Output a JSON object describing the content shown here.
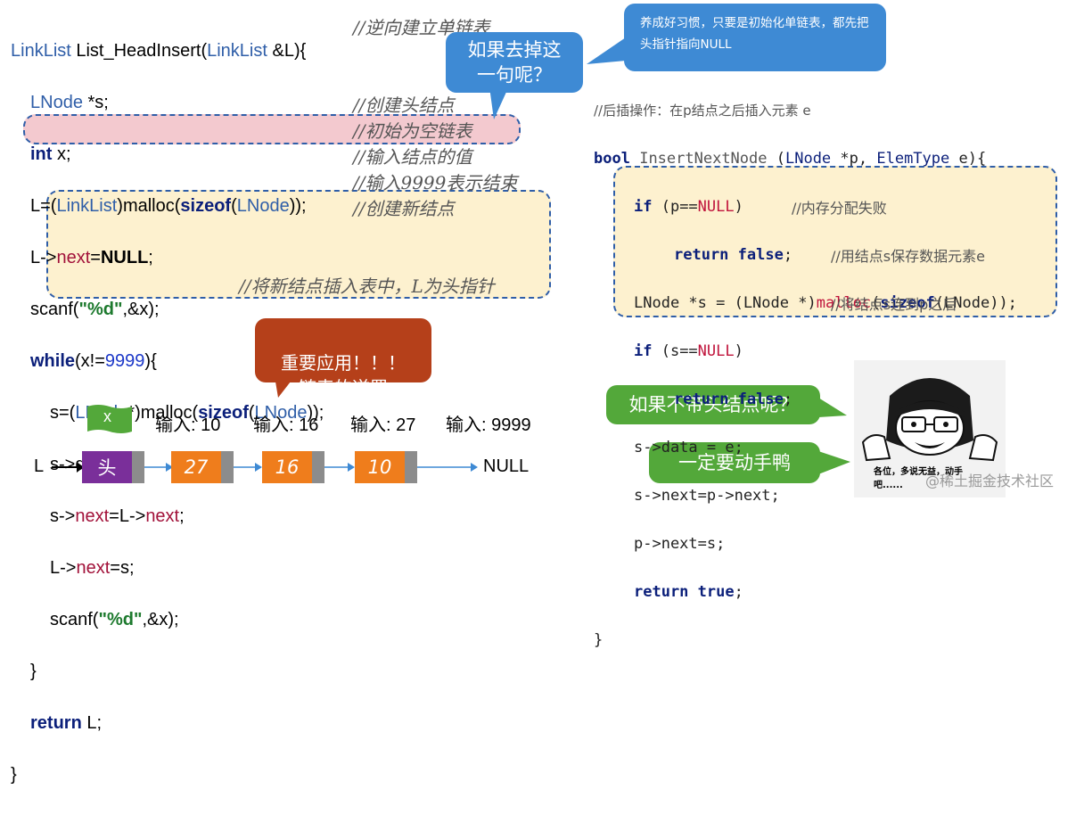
{
  "left_code": {
    "lines": [
      "LinkList List_HeadInsert(LinkList &L){",
      "LNode *s;",
      "int x;",
      "L=(LinkList)malloc(sizeof(LNode));",
      "L->next=NULL;",
      "scanf(\"%d\",&x);",
      "while(x!=9999){",
      "s=(LNode*)malloc(sizeof(LNode));",
      "s->data=x;",
      "s->next=L->next;",
      "L->next=s;",
      "scanf(\"%d\",&x);",
      "}",
      "return L;",
      "}"
    ],
    "comments": {
      "c0": "//逆向建立单链表",
      "c3": "//创建头结点",
      "c4": "//初始为空链表",
      "c5": "//输入结点的值",
      "c6": "//输入9999表示结束",
      "c7": "//创建新结点",
      "c10": "//将新结点插入表中，L为头指针"
    }
  },
  "bubbles": {
    "remove_question": "如果去掉这一句呢？",
    "habit_tip": "养成好习惯，只要是初始化单链表，都先把头指针指向NULL",
    "important": "重要应用！！！\n链表的逆置",
    "no_head": "如果不带头结点呢？",
    "do_it": "一定要动手鸭"
  },
  "right_code": {
    "lines": [
      "//后插操作：在p结点之后插入元素 e",
      "bool InsertNextNode (LNode *p, ElemType e){",
      "if (p==NULL)",
      "return false;",
      "LNode *s = (LNode *)malloc(sizeof(LNode));",
      "if (s==NULL)",
      "return false;",
      "s->data = e;",
      "s->next=p->next;",
      "p->next=s;",
      "return true;",
      "}"
    ],
    "comments": {
      "c5": "//内存分配失败",
      "c7": "//用结点s保存数据元素e",
      "c9": "//将结点s连到p之后"
    }
  },
  "diagram": {
    "x_label": "x",
    "inputs": [
      "输入: 10",
      "输入: 16",
      "输入: 27",
      "输入: 9999"
    ],
    "head_pointer": "L",
    "nodes": [
      "头",
      "27",
      "16",
      "10"
    ],
    "null_label": "NULL"
  },
  "meme": {
    "caption": "各位，多说无益，动手吧......",
    "watermark": "@稀土掘金技术社区"
  },
  "colors": {
    "pink_box": "#f3c9cf",
    "yellow_box": "#fdf1cf",
    "blue_bubble": "#3e8ad4",
    "red_bubble": "#b5401a",
    "green_bubble": "#53a83a",
    "node_purple": "#7a2f9a",
    "node_orange": "#ef7d1c"
  }
}
